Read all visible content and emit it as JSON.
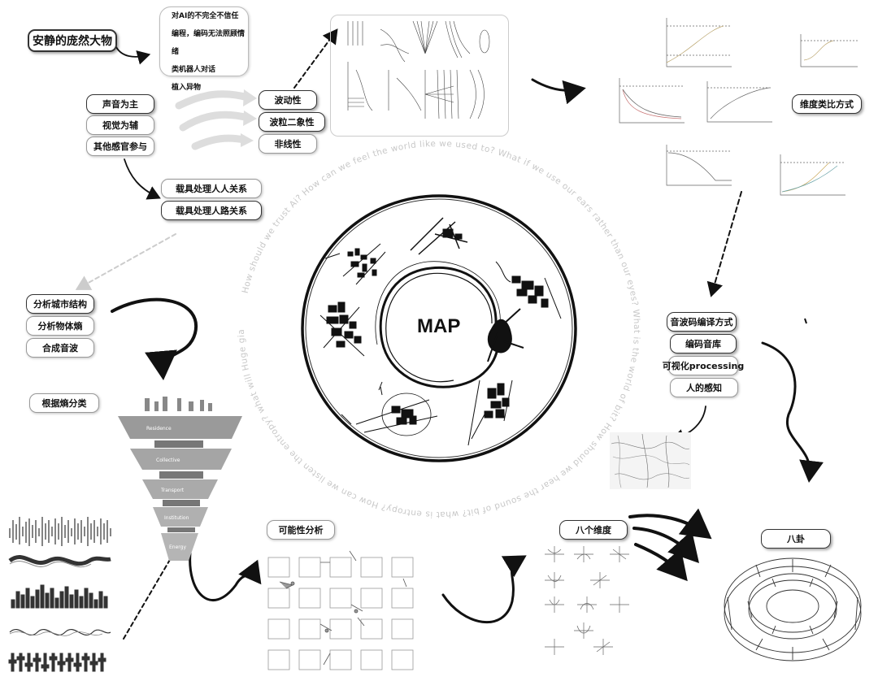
{
  "nodes": {
    "giant": "安静的庞然大物",
    "notes": [
      "对AI的不完全不信任",
      "编程，编码无法照顾情绪",
      "类机器人对话",
      "植入异物"
    ],
    "senses": [
      "声音为主",
      "视觉为辅",
      "其他感官参与"
    ],
    "waves": [
      "波动性",
      "波粒二象性",
      "非线性"
    ],
    "vehicle": [
      "载具处理人人关系",
      "载具处理人路关系"
    ],
    "city": [
      "分析城市结构",
      "分析物体熵",
      "合成音波"
    ],
    "entropy_class": "根据熵分类",
    "possibility": "可能性分析",
    "dimension_compare": "维度类比方式",
    "encoding": [
      "音波码编译方式",
      "编码音库",
      "可视化processing",
      "人的感知"
    ],
    "eight_dims": "八个维度",
    "bagua": "八卦",
    "map_title": "MAP"
  },
  "ring_questions": "How should we trust Ai?     How can we feel the world like we used to?  What if we use our ears rather than our eyes?  What is the world of bit?  How should we hear the sound of bit?  what is entropy?  How can we listen the entropy?  what will     Huge giant monster!",
  "tiers": [
    "Residence",
    "Collective",
    "Transport",
    "Institution",
    "Energy"
  ],
  "colors": {
    "ink": "#111111",
    "faint": "#c8c8c8",
    "pill_border": "#333333"
  }
}
